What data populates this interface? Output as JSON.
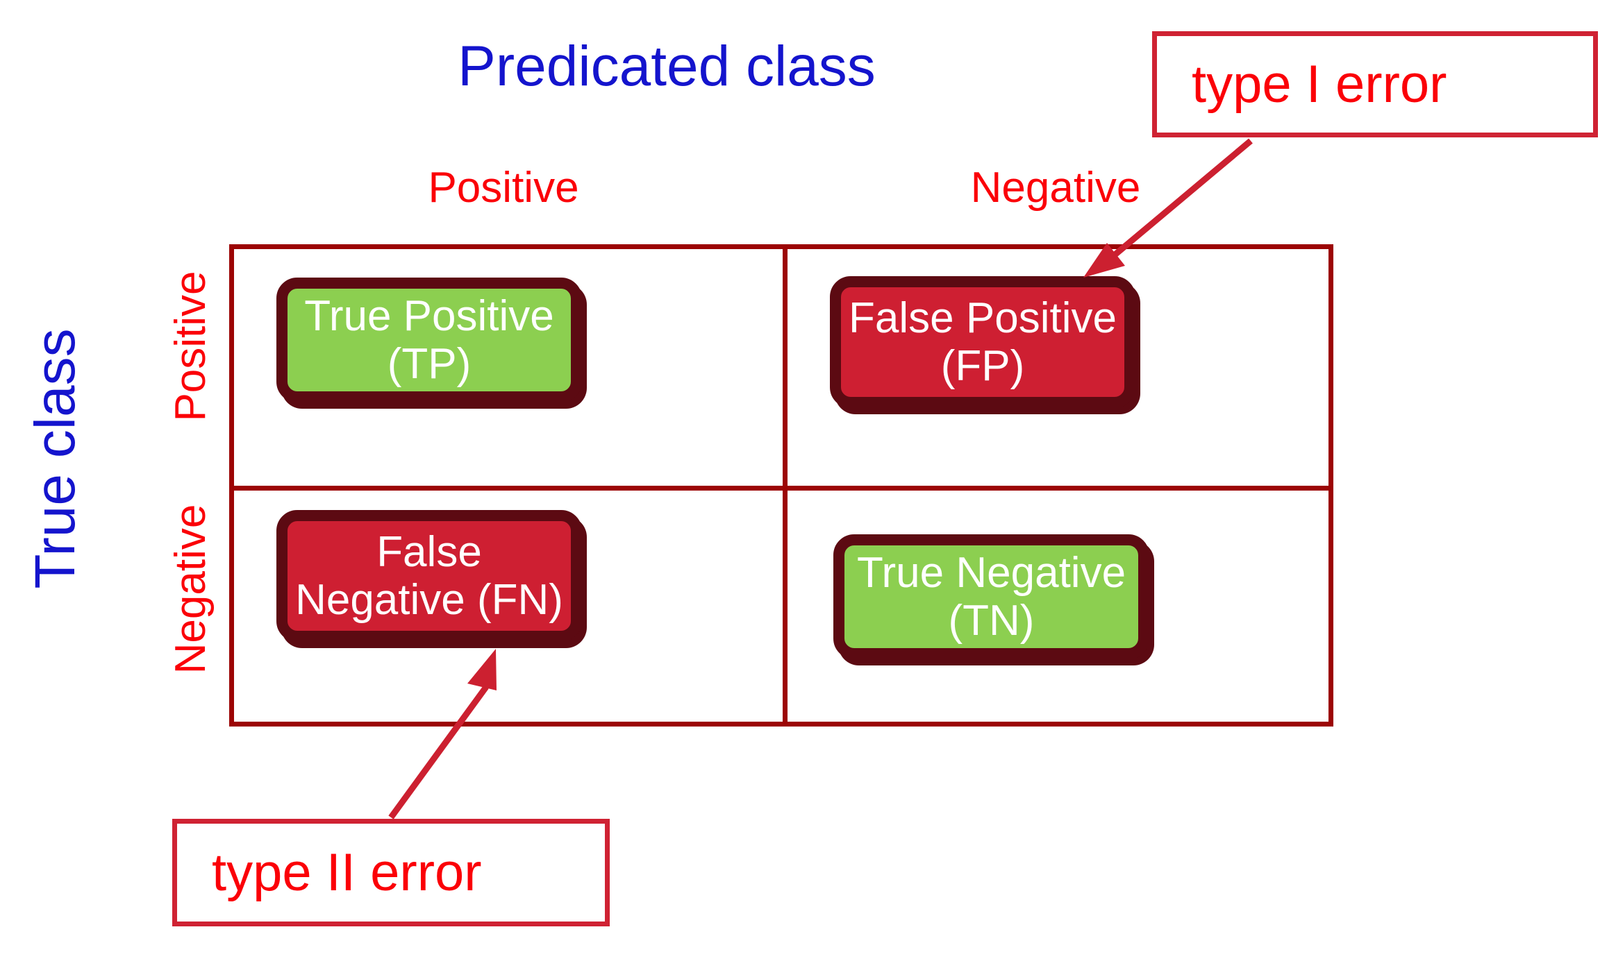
{
  "diagram": {
    "type": "confusion-matrix",
    "title": "Predicated class",
    "axis_label_left": "True class",
    "column_headers": [
      "Positive",
      "Negative"
    ],
    "row_headers": [
      "Positive",
      "Negative"
    ],
    "cells": [
      {
        "key": "tp",
        "line1": "True Positive",
        "line2": "(TP)",
        "color": "#8ccf50",
        "row": "Positive",
        "column": "Positive"
      },
      {
        "key": "fp",
        "line1": "False Positive",
        "line2": "(FP)",
        "color": "#ce1f32",
        "row": "Positive",
        "column": "Negative"
      },
      {
        "key": "fn",
        "line1": "False",
        "line2": "Negative (FN)",
        "color": "#ce1f32",
        "row": "Negative",
        "column": "Positive"
      },
      {
        "key": "tn",
        "line1": "True Negative",
        "line2": "(TN)",
        "color": "#8ccf50",
        "row": "Negative",
        "column": "Negative"
      }
    ],
    "callouts": [
      {
        "key": "type1",
        "label": "type I error",
        "points_to": "fp"
      },
      {
        "key": "type2",
        "label": "type II error",
        "points_to": "fn"
      }
    ],
    "colors": {
      "title_blue": "#1414cd",
      "header_red": "#fb0007",
      "matrix_border": "#9c0404",
      "cell_border": "#5c0a12",
      "green_fill": "#8ccf50",
      "red_fill": "#ce1f32",
      "callout_border": "#cf2233",
      "arrow": "#cc2030",
      "cell_text": "#ffffff",
      "background": "#ffffff"
    }
  }
}
